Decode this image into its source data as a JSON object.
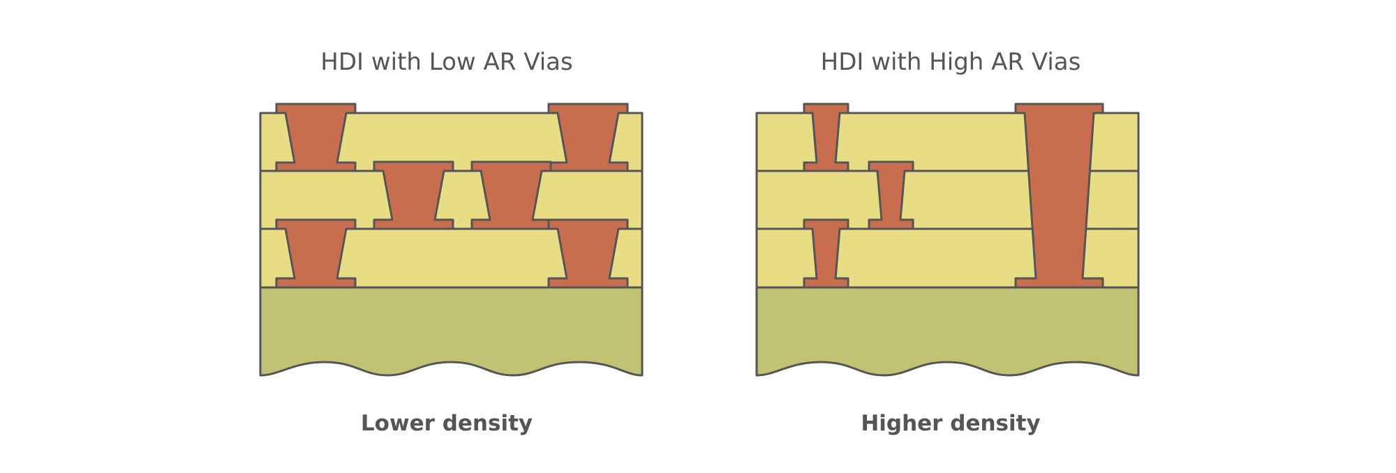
{
  "colors": {
    "dielectric": "#e8dc84",
    "copper": "#c86e4e",
    "core": "#c1c274",
    "outline": "#555555",
    "text": "#555555"
  },
  "panels": [
    {
      "title": "HDI with Low AR Vias",
      "caption": "Lower density"
    },
    {
      "title": "HDI with High AR Vias",
      "caption": "Higher density"
    }
  ]
}
